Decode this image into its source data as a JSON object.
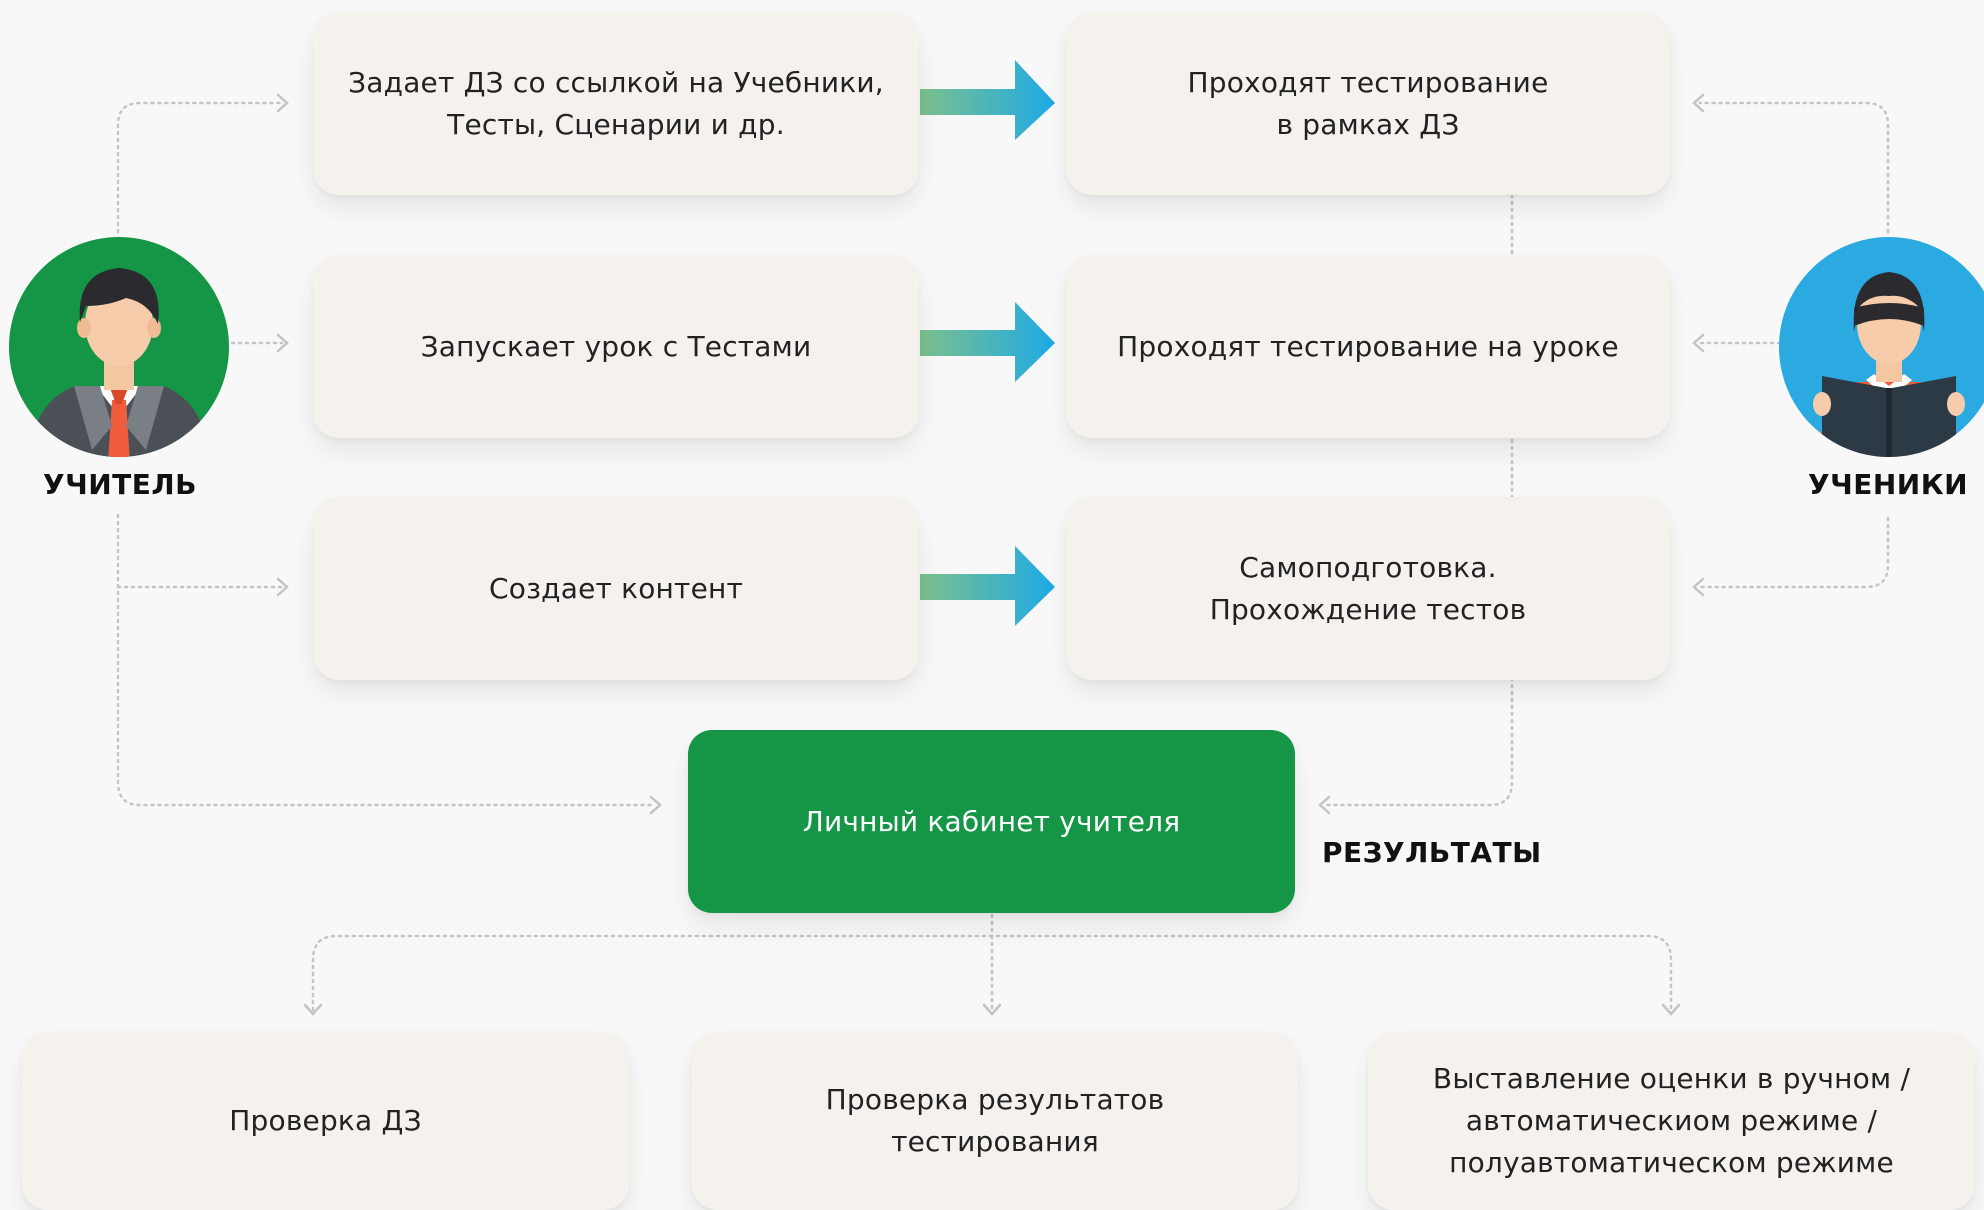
{
  "actors": {
    "teacher": {
      "label": "УЧИТЕЛЬ",
      "color": "#149646"
    },
    "students": {
      "label": "УЧЕНИКИ",
      "color": "#2aaae0"
    }
  },
  "teacher_actions": [
    "Задает ДЗ со ссылкой на Учебники,\nТесты, Сценарии и др.",
    "Запускает урок с Тестами",
    "Создает контент"
  ],
  "student_actions": [
    "Проходят тестирование\nв рамках ДЗ",
    "Проходят тестирование на уроке",
    "Самоподготовка.\nПрохождение тестов"
  ],
  "hub": {
    "label": "Личный кабинет учителя",
    "color": "#149646"
  },
  "results_label": "РЕЗУЛЬТАТЫ",
  "outcomes": [
    "Проверка ДЗ",
    "Проверка результатов\nтестирования",
    "Выставление оценки в ручном /\nавтоматическиом режиме /\nполуавтоматическом режиме"
  ],
  "colors": {
    "arrow_from": "#7cc08c",
    "arrow_to": "#1eaae6",
    "connector": "#c4c4c4",
    "box_bg": "#f5f2ee"
  },
  "icons": [
    "teacher-avatar-icon",
    "student-avatar-icon",
    "flow-arrow-icon"
  ]
}
